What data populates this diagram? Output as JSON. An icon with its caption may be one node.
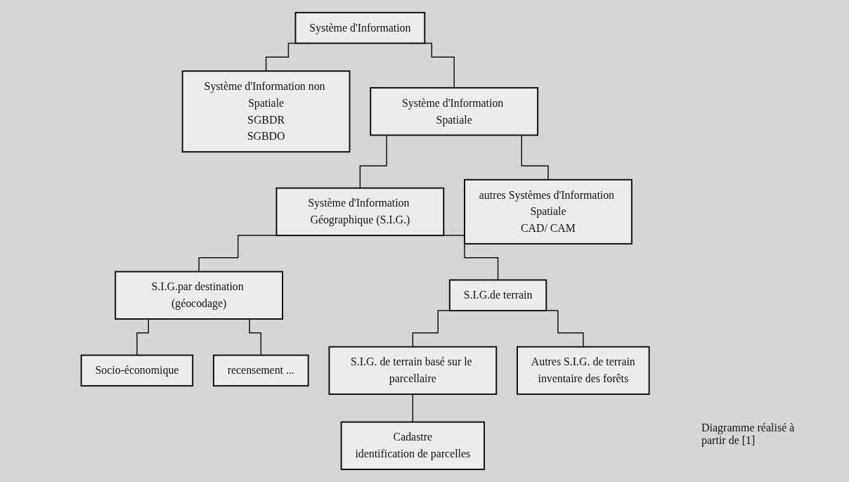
{
  "diagram": {
    "nodes": [
      {
        "text": [
          "Système d'Information"
        ]
      },
      {
        "text": [
          "Système d'Information non Spatiale",
          "SGBDR",
          "SGBDO"
        ]
      },
      {
        "text": [
          "Système d'Information Spatiale"
        ]
      },
      {
        "text": [
          "Système d'Information Géographique (S.I.G.)"
        ]
      },
      {
        "text": [
          "autres Systèmes d'Information Spatiale",
          "CAD/ CAM"
        ]
      },
      {
        "text": [
          "S.I.G.par destination (géocodage)"
        ]
      },
      {
        "text": [
          "S.I.G.de terrain"
        ]
      },
      {
        "text": [
          "Socio-économique"
        ]
      },
      {
        "text": [
          "recensement ..."
        ]
      },
      {
        "text": [
          "S.I.G. de terrain basé sur le parcellaire"
        ]
      },
      {
        "text": [
          "Autres S.I.G. de terrain",
          "inventaire des forêts"
        ]
      },
      {
        "text": [
          "Cadastre",
          "identification de parcelles"
        ]
      }
    ],
    "edges": [
      {
        "from": 0,
        "to": 1,
        "arrow": "none"
      },
      {
        "from": 0,
        "to": 2,
        "arrow": "none"
      },
      {
        "from": 2,
        "to": 3,
        "arrow": "none"
      },
      {
        "from": 2,
        "to": 4,
        "arrow": "none"
      },
      {
        "from": 3,
        "to": 5,
        "arrow": "none"
      },
      {
        "from": 3,
        "to": 6,
        "arrow": "none"
      },
      {
        "from": 5,
        "to": 7,
        "arrow": "none"
      },
      {
        "from": 5,
        "to": 8,
        "arrow": "none"
      },
      {
        "from": 6,
        "to": 9,
        "arrow": "none"
      },
      {
        "from": 6,
        "to": 10,
        "arrow": "none"
      },
      {
        "from": 9,
        "to": 11,
        "arrow": "none"
      }
    ],
    "labels": [
      "Diagramme réalisé à partir de [1]"
    ]
  }
}
